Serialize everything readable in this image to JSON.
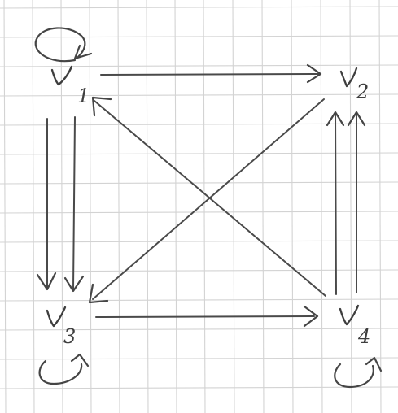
{
  "graph": {
    "vertices": [
      {
        "id": "v1",
        "letter": "v",
        "subscript": "1"
      },
      {
        "id": "v2",
        "letter": "v",
        "subscript": "2"
      },
      {
        "id": "v3",
        "letter": "v",
        "subscript": "3"
      },
      {
        "id": "v4",
        "letter": "v",
        "subscript": "4"
      }
    ],
    "edges": [
      {
        "from": "v1",
        "to": "v1",
        "type": "loop"
      },
      {
        "from": "v1",
        "to": "v2"
      },
      {
        "from": "v1",
        "to": "v3"
      },
      {
        "from": "v1",
        "to": "v3"
      },
      {
        "from": "v2",
        "to": "v3"
      },
      {
        "from": "v3",
        "to": "v3",
        "type": "loop"
      },
      {
        "from": "v3",
        "to": "v4"
      },
      {
        "from": "v4",
        "to": "v1"
      },
      {
        "from": "v4",
        "to": "v2"
      },
      {
        "from": "v4",
        "to": "v2"
      },
      {
        "from": "v4",
        "to": "v4",
        "type": "loop"
      }
    ]
  },
  "style": {
    "paper_color": "#ffffff",
    "grid_color": "#d3d3d3",
    "ink_color": "#454545"
  }
}
